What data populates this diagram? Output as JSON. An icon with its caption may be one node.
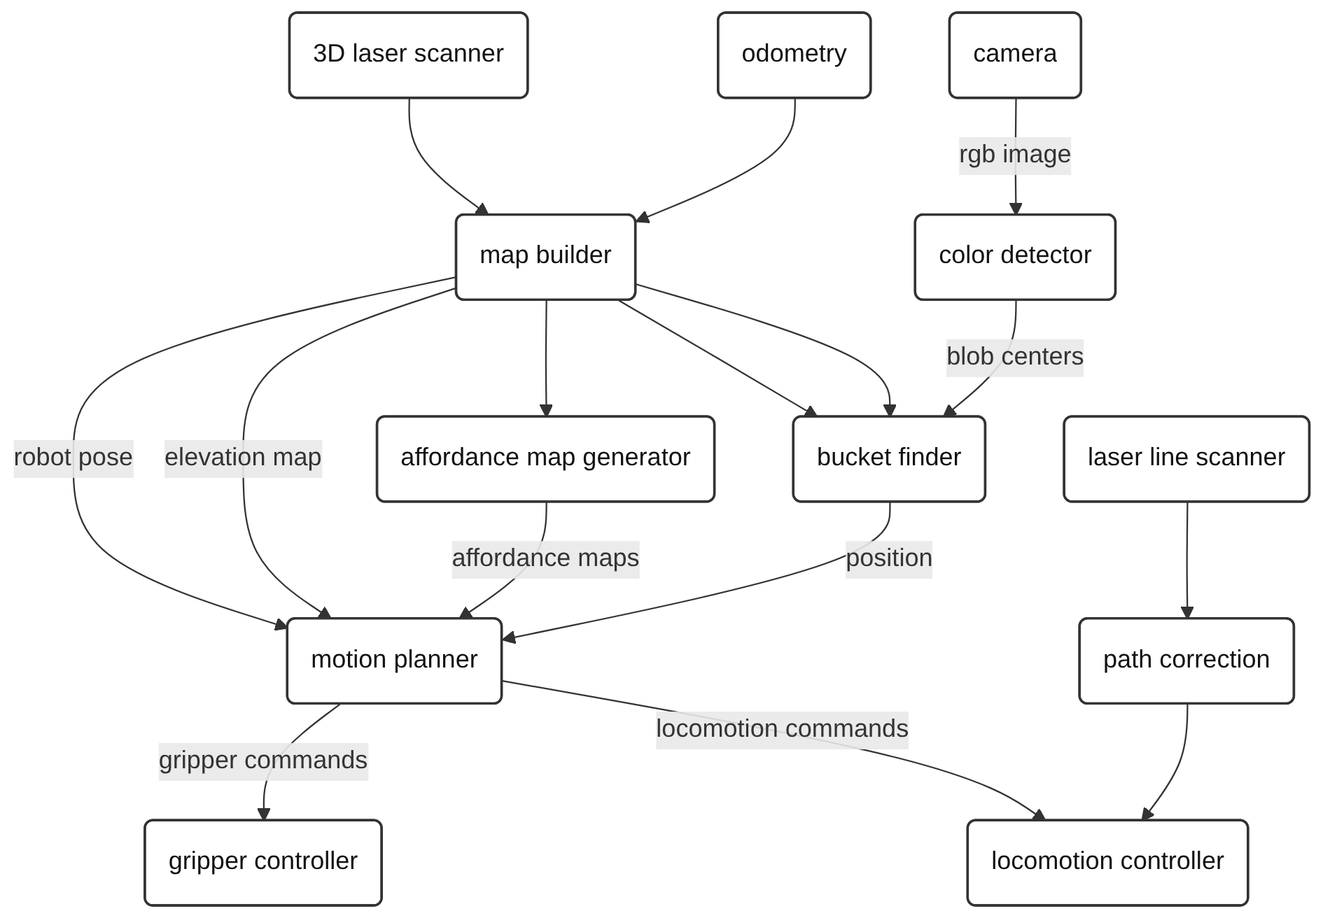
{
  "diagram": {
    "nodes": [
      {
        "text": [
          "motion planner"
        ]
      },
      {
        "text": [
          "affordance map generator"
        ]
      },
      {
        "text": [
          "bucket finder"
        ]
      },
      {
        "text": [
          "map builder"
        ]
      },
      {
        "text": [
          "color detector"
        ]
      },
      {
        "text": [
          "path correction"
        ]
      },
      {
        "text": [
          "3D laser scanner"
        ]
      },
      {
        "text": [
          "laser line scanner"
        ]
      },
      {
        "text": [
          "odometry"
        ]
      },
      {
        "text": [
          "gripper controller"
        ]
      },
      {
        "text": [
          "locomotion controller"
        ]
      },
      {
        "text": [
          "camera"
        ]
      }
    ],
    "edges": [
      {
        "from": 3,
        "to": 0,
        "arrow": "to",
        "label": "robot pose"
      },
      {
        "from": 3,
        "to": 2,
        "arrow": "to"
      },
      {
        "from": 3,
        "to": 0,
        "arrow": "to",
        "label": "elevation map"
      },
      {
        "from": 3,
        "to": 2,
        "arrow": "to"
      },
      {
        "from": 3,
        "to": 1,
        "arrow": "to"
      },
      {
        "from": 1,
        "to": 0,
        "arrow": "to",
        "label": "affordance maps"
      },
      {
        "from": 2,
        "to": 0,
        "arrow": "to",
        "label": "position"
      },
      {
        "from": 4,
        "to": 2,
        "arrow": "to",
        "label": "blob centers"
      },
      {
        "from": 11,
        "to": 4,
        "arrow": "to",
        "label": "rgb image"
      },
      {
        "from": 0,
        "to": 9,
        "arrow": "to",
        "label": "gripper commands"
      },
      {
        "from": 0,
        "to": 10,
        "arrow": "to",
        "label": "locomotion commands"
      },
      {
        "from": 5,
        "to": 10,
        "arrow": "to"
      },
      {
        "from": 7,
        "to": 5,
        "arrow": "to"
      },
      {
        "from": 6,
        "to": 3,
        "arrow": "to"
      },
      {
        "from": 8,
        "to": 3,
        "arrow": "to"
      }
    ]
  }
}
